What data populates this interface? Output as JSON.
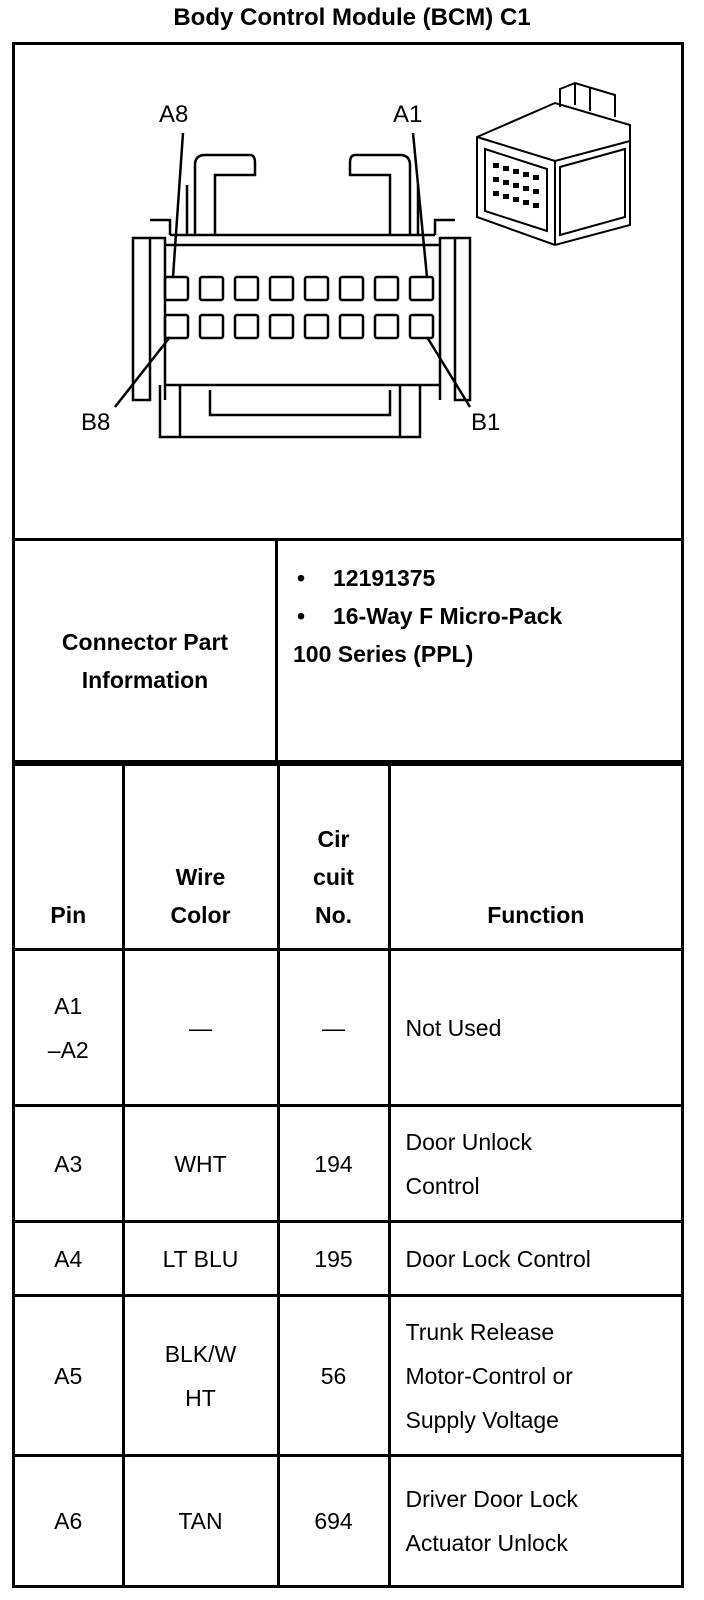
{
  "title": "Body Control Module (BCM) C1",
  "diagram": {
    "labels": {
      "a8": "A8",
      "a1": "A1",
      "b8": "B8",
      "b1": "B1"
    }
  },
  "connector_info": {
    "label_line1": "Connector Part",
    "label_line2": "Information",
    "part_number": "12191375",
    "description_line1": "16-Way F Micro-Pack",
    "description_line2": "100 Series (PPL)"
  },
  "table": {
    "headers": {
      "pin": "Pin",
      "wire_color_1": "Wire",
      "wire_color_2": "Color",
      "circuit_1": "Cir",
      "circuit_2": "cuit",
      "circuit_3": "No.",
      "function": "Function"
    },
    "rows": [
      {
        "pin_1": "A1",
        "pin_2": "–A2",
        "wire": "—",
        "wire_2": "",
        "circuit": "—",
        "function_1": "Not Used",
        "function_2": "",
        "function_3": ""
      },
      {
        "pin_1": "A3",
        "pin_2": "",
        "wire": "WHT",
        "wire_2": "",
        "circuit": "194",
        "function_1": "Door Unlock",
        "function_2": "Control",
        "function_3": ""
      },
      {
        "pin_1": "A4",
        "pin_2": "",
        "wire": "LT BLU",
        "wire_2": "",
        "circuit": "195",
        "function_1": "Door Lock Control",
        "function_2": "",
        "function_3": ""
      },
      {
        "pin_1": "A5",
        "pin_2": "",
        "wire": "BLK/W",
        "wire_2": "HT",
        "circuit": "56",
        "function_1": "Trunk Release",
        "function_2": "Motor-Control or",
        "function_3": "Supply Voltage"
      },
      {
        "pin_1": "A6",
        "pin_2": "",
        "wire": "TAN",
        "wire_2": "",
        "circuit": "694",
        "function_1": "Driver Door Lock",
        "function_2": "Actuator Unlock",
        "function_3": ""
      }
    ]
  }
}
